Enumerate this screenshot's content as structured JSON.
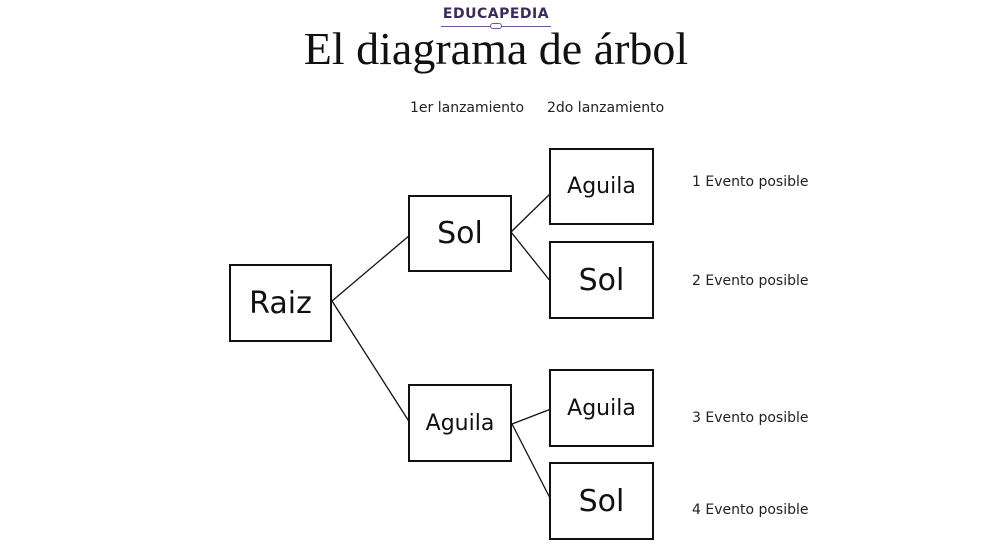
{
  "brand": {
    "name": "EDUCAPEDIA",
    "logo_icon": "educapedia-logo-ornament"
  },
  "title": "El diagrama de árbol",
  "columns": {
    "first": "1er lanzamiento",
    "second": "2do lanzamiento"
  },
  "tree": {
    "root": "Raiz",
    "level1": [
      "Sol",
      "Aguila"
    ],
    "level2": [
      "Aguila",
      "Sol",
      "Aguila",
      "Sol"
    ]
  },
  "outcomes": [
    "1 Evento posible",
    "2 Evento posible",
    "3 Evento posible",
    "4 Evento posible"
  ],
  "colors": {
    "brand": "#3b2a5c",
    "line": "#111111"
  }
}
